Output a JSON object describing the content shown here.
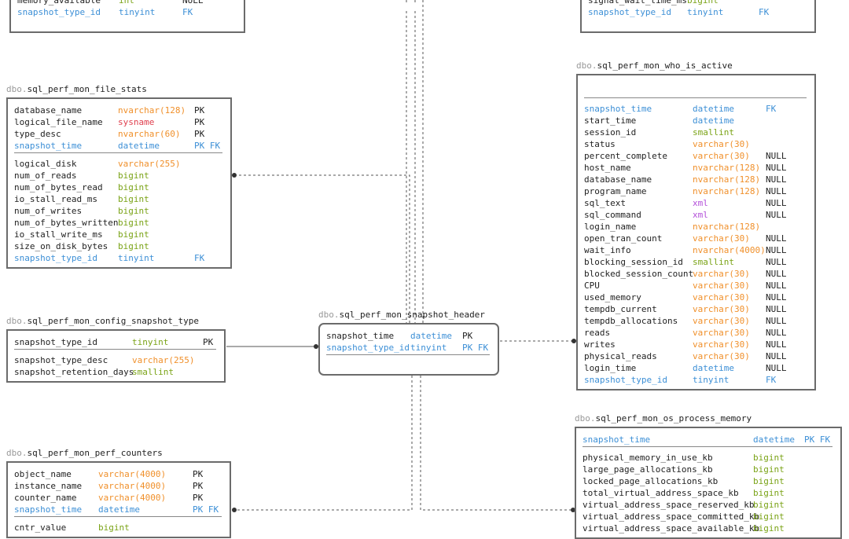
{
  "colors": {
    "border": "#6b6b6b",
    "schema": "#999999",
    "fk_highlight": "#3c8fd6",
    "type_numeric": "#7aa316",
    "type_datetime": "#3c8fd6",
    "type_string": "#f0902b",
    "type_sysname": "#e0404f",
    "type_xml": "#b34fd9"
  },
  "tables": [
    {
      "id": "memory_partial",
      "schema": "",
      "name": "",
      "groups": [
        [
          {
            "col": "memory_available",
            "type": "int",
            "key": "NULL",
            "fk": false
          },
          {
            "col": "snapshot_type_id",
            "type": "tinyint",
            "key": "FK",
            "fk": true
          }
        ]
      ]
    },
    {
      "id": "waits_partial",
      "schema": "",
      "name": "",
      "groups": [
        [
          {
            "col": "signal_wait_time_ms",
            "type": "bigint",
            "key": "",
            "fk": false
          },
          {
            "col": "snapshot_type_id",
            "type": "tinyint",
            "key": "FK",
            "fk": true
          }
        ]
      ]
    },
    {
      "id": "file_stats",
      "schema": "dbo.",
      "name": "sql_perf_mon_file_stats",
      "groups": [
        [
          {
            "col": "database_name",
            "type": "nvarchar(128)",
            "key": "PK",
            "fk": false
          },
          {
            "col": "logical_file_name",
            "type": "sysname",
            "key": "PK",
            "fk": false
          },
          {
            "col": "type_desc",
            "type": "nvarchar(60)",
            "key": "PK",
            "fk": false
          },
          {
            "col": "snapshot_time",
            "type": "datetime",
            "key": "PK FK",
            "fk": true
          }
        ],
        [
          {
            "col": "logical_disk",
            "type": "varchar(255)",
            "key": "",
            "fk": false
          },
          {
            "col": "num_of_reads",
            "type": "bigint",
            "key": "",
            "fk": false
          },
          {
            "col": "num_of_bytes_read",
            "type": "bigint",
            "key": "",
            "fk": false
          },
          {
            "col": "io_stall_read_ms",
            "type": "bigint",
            "key": "",
            "fk": false
          },
          {
            "col": "num_of_writes",
            "type": "bigint",
            "key": "",
            "fk": false
          },
          {
            "col": "num_of_bytes_written",
            "type": "bigint",
            "key": "",
            "fk": false
          },
          {
            "col": "io_stall_write_ms",
            "type": "bigint",
            "key": "",
            "fk": false
          },
          {
            "col": "size_on_disk_bytes",
            "type": "bigint",
            "key": "",
            "fk": false
          },
          {
            "col": "snapshot_type_id",
            "type": "tinyint",
            "key": "FK",
            "fk": true
          }
        ]
      ]
    },
    {
      "id": "config_snapshot_type",
      "schema": "dbo.",
      "name": "sql_perf_mon_config_snapshot_type",
      "groups": [
        [
          {
            "col": "snapshot_type_id",
            "type": "tinyint",
            "key": "PK",
            "fk": false
          }
        ],
        [
          {
            "col": "snapshot_type_desc",
            "type": "varchar(255)",
            "key": "",
            "fk": false
          },
          {
            "col": "snapshot_retention_days",
            "type": "smallint",
            "key": "",
            "fk": false
          }
        ]
      ]
    },
    {
      "id": "perf_counters",
      "schema": "dbo.",
      "name": "sql_perf_mon_perf_counters",
      "groups": [
        [
          {
            "col": "object_name",
            "type": "varchar(4000)",
            "key": "PK",
            "fk": false
          },
          {
            "col": "instance_name",
            "type": "varchar(4000)",
            "key": "PK",
            "fk": false
          },
          {
            "col": "counter_name",
            "type": "varchar(4000)",
            "key": "PK",
            "fk": false
          },
          {
            "col": "snapshot_time",
            "type": "datetime",
            "key": "PK FK",
            "fk": true
          }
        ],
        [
          {
            "col": "cntr_value",
            "type": "bigint",
            "key": "",
            "fk": false
          }
        ]
      ]
    },
    {
      "id": "snapshot_header",
      "schema": "dbo.",
      "name": "sql_perf_mon_snapshot_header",
      "groups": [
        [
          {
            "col": "snapshot_time",
            "type": "datetime",
            "key": "PK",
            "fk": false
          },
          {
            "col": "snapshot_type_id",
            "type": "tinyint",
            "key": "PK FK",
            "fk": true
          }
        ],
        []
      ]
    },
    {
      "id": "who_is_active",
      "schema": "dbo.",
      "name": "sql_perf_mon_who_is_active",
      "groups": [
        [],
        [
          {
            "col": "snapshot_time",
            "type": "datetime",
            "key": "FK",
            "fk": true
          },
          {
            "col": "start_time",
            "type": "datetime",
            "key": "",
            "fk": false
          },
          {
            "col": "session_id",
            "type": "smallint",
            "key": "",
            "fk": false
          },
          {
            "col": "status",
            "type": "varchar(30)",
            "key": "",
            "fk": false
          },
          {
            "col": "percent_complete",
            "type": "varchar(30)",
            "key": "NULL",
            "fk": false
          },
          {
            "col": "host_name",
            "type": "nvarchar(128)",
            "key": "NULL",
            "fk": false
          },
          {
            "col": "database_name",
            "type": "nvarchar(128)",
            "key": "NULL",
            "fk": false
          },
          {
            "col": "program_name",
            "type": "nvarchar(128)",
            "key": "NULL",
            "fk": false
          },
          {
            "col": "sql_text",
            "type": "xml",
            "key": "NULL",
            "fk": false
          },
          {
            "col": "sql_command",
            "type": "xml",
            "key": "NULL",
            "fk": false
          },
          {
            "col": "login_name",
            "type": "nvarchar(128)",
            "key": "",
            "fk": false
          },
          {
            "col": "open_tran_count",
            "type": "varchar(30)",
            "key": "NULL",
            "fk": false
          },
          {
            "col": "wait_info",
            "type": "nvarchar(4000)",
            "key": "NULL",
            "fk": false
          },
          {
            "col": "blocking_session_id",
            "type": "smallint",
            "key": "NULL",
            "fk": false
          },
          {
            "col": "blocked_session_count",
            "type": "varchar(30)",
            "key": "NULL",
            "fk": false
          },
          {
            "col": "CPU",
            "type": "varchar(30)",
            "key": "NULL",
            "fk": false
          },
          {
            "col": "used_memory",
            "type": "varchar(30)",
            "key": "NULL",
            "fk": false
          },
          {
            "col": "tempdb_current",
            "type": "varchar(30)",
            "key": "NULL",
            "fk": false
          },
          {
            "col": "tempdb_allocations",
            "type": "varchar(30)",
            "key": "NULL",
            "fk": false
          },
          {
            "col": "reads",
            "type": "varchar(30)",
            "key": "NULL",
            "fk": false
          },
          {
            "col": "writes",
            "type": "varchar(30)",
            "key": "NULL",
            "fk": false
          },
          {
            "col": "physical_reads",
            "type": "varchar(30)",
            "key": "NULL",
            "fk": false
          },
          {
            "col": "login_time",
            "type": "datetime",
            "key": "NULL",
            "fk": false
          },
          {
            "col": "snapshot_type_id",
            "type": "tinyint",
            "key": "FK",
            "fk": true
          }
        ]
      ]
    },
    {
      "id": "os_process_memory",
      "schema": "dbo.",
      "name": "sql_perf_mon_os_process_memory",
      "groups": [
        [
          {
            "col": "snapshot_time",
            "type": "datetime",
            "key": "PK FK",
            "fk": true
          }
        ],
        [
          {
            "col": "physical_memory_in_use_kb",
            "type": "bigint",
            "key": "",
            "fk": false
          },
          {
            "col": "large_page_allocations_kb",
            "type": "bigint",
            "key": "",
            "fk": false
          },
          {
            "col": "locked_page_allocations_kb",
            "type": "bigint",
            "key": "",
            "fk": false
          },
          {
            "col": "total_virtual_address_space_kb",
            "type": "bigint",
            "key": "",
            "fk": false
          },
          {
            "col": "virtual_address_space_reserved_kb",
            "type": "bigint",
            "key": "",
            "fk": false
          },
          {
            "col": "virtual_address_space_committed_kb",
            "type": "bigint",
            "key": "",
            "fk": false
          },
          {
            "col": "virtual_address_space_available_kb",
            "type": "bigint",
            "key": "",
            "fk": false
          }
        ]
      ]
    }
  ]
}
